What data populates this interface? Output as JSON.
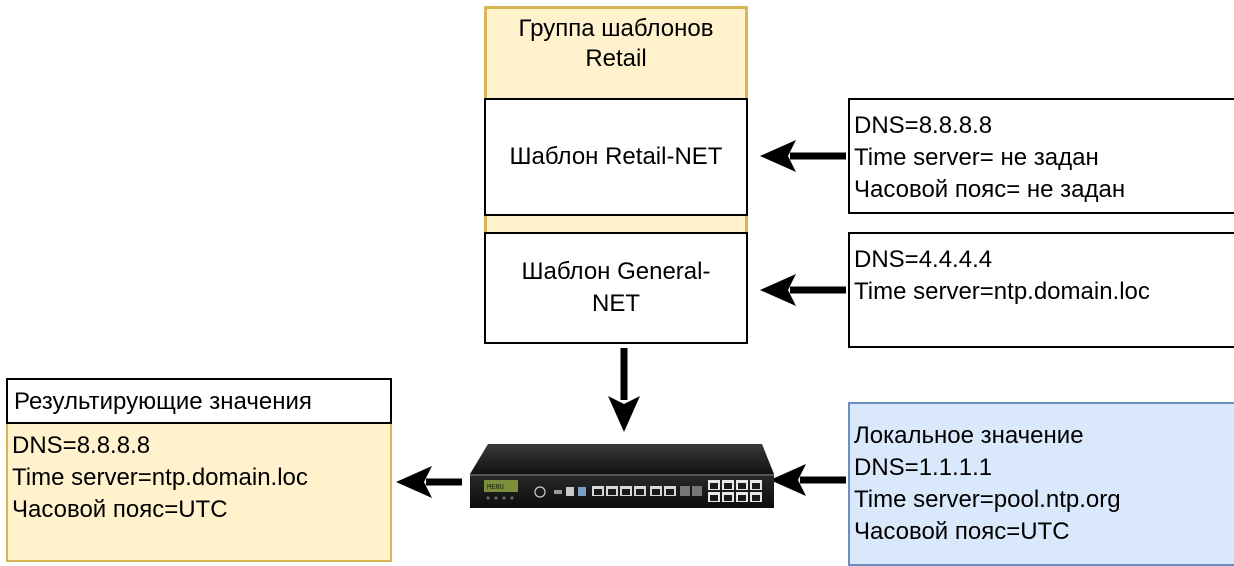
{
  "group": {
    "title": "Группа шаблонов\nRetail"
  },
  "templates": {
    "retail": "Шаблон Retail-NET",
    "general": "Шаблон General-\nNET"
  },
  "params": {
    "retail": "DNS=8.8.8.8\nTime server= не задан\nЧасовой пояс= не задан",
    "general": "DNS=4.4.4.4\nTime server=ntp.domain.loc",
    "local": "Локальное значение\nDNS=1.1.1.1\nTime server=pool.ntp.org\nЧасовой пояс=UTC"
  },
  "result": {
    "header": "Результирующие значения",
    "body": "DNS=8.8.8.8\nTime server=ntp.domain.loc\nЧасовой пояс=UTC"
  },
  "device": {
    "icon": "network-appliance-icon",
    "lcd_text": "MENU"
  },
  "colors": {
    "group_fill": "#fff2cc",
    "group_border": "#d6b656",
    "local_fill": "#dae8fc",
    "local_border": "#6c8ebf",
    "arrow": "#000000"
  }
}
